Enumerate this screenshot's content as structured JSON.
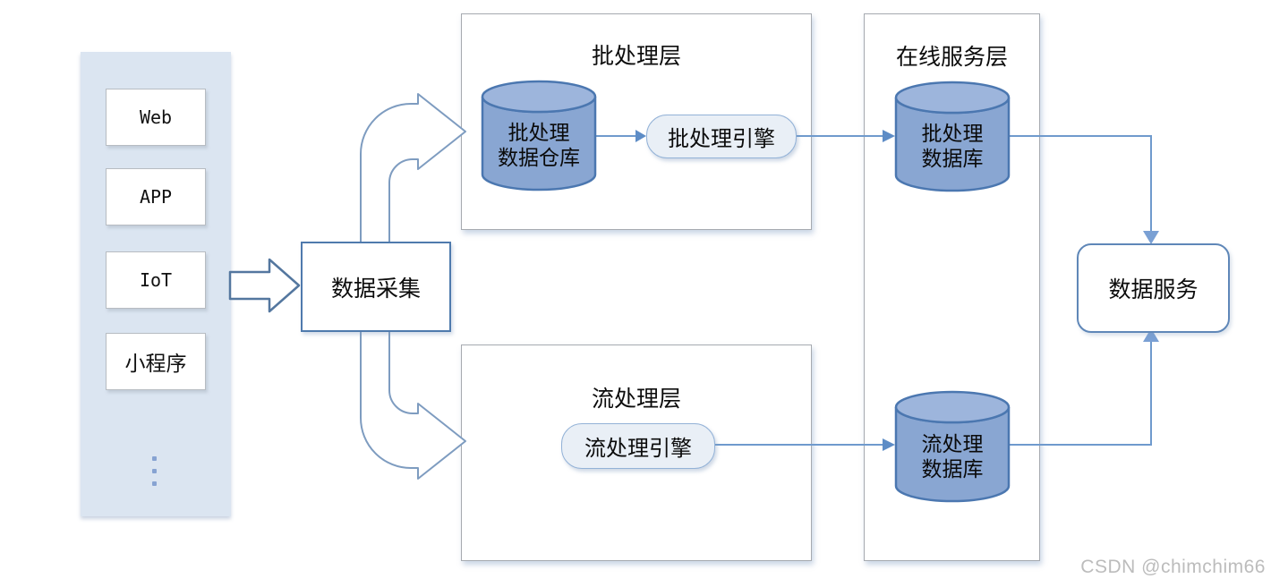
{
  "sources_panel": {
    "items": [
      "Web",
      "APP",
      "IoT",
      "小程序"
    ],
    "ellipsis": "vertical-dots"
  },
  "collector": {
    "label": "数据采集"
  },
  "layers": {
    "batch": {
      "title": "批处理层"
    },
    "stream": {
      "title": "流处理层"
    },
    "serving": {
      "title": "在线服务层"
    }
  },
  "nodes": {
    "batch_warehouse": {
      "line1": "批处理",
      "line2": "数据仓库"
    },
    "batch_engine": {
      "label": "批处理引擎"
    },
    "stream_engine": {
      "label": "流处理引擎"
    },
    "batch_db": {
      "line1": "批处理",
      "line2": "数据库"
    },
    "stream_db": {
      "line1": "流处理",
      "line2": "数据库"
    },
    "data_service": {
      "label": "数据服务"
    }
  },
  "watermark": {
    "text": "CSDN @chimchim66"
  },
  "colors": {
    "panel_fill": "#dbe5f1",
    "cylinder_fill": "#89a6d2",
    "cylinder_top_fill": "#9db5dc",
    "cylinder_stroke": "#4b77b0",
    "connector_blue": "#6f9acd",
    "shape_outline_blue": "#54779f",
    "layer_border_gray": "#a6aab0",
    "engine_fill": "#e9eff6",
    "watermark_gray": "#bcbcbc"
  }
}
